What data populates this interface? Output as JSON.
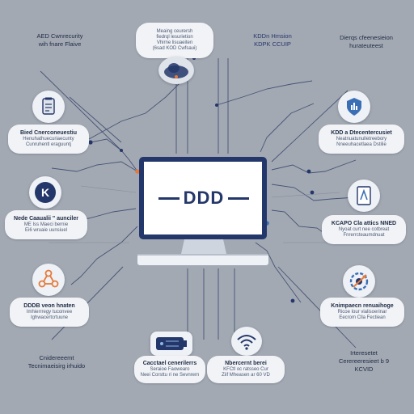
{
  "colors": {
    "background": "#a3a9b3",
    "navy": "#24376a",
    "line": "#2e3f66",
    "accent_orange": "#e57a3c",
    "accent_blue": "#3b6fb5"
  },
  "center": {
    "screen_text": "DDD"
  },
  "nodes": {
    "top_left": {
      "line1": "AED Cwnrecurity",
      "line2": "wih fnare Flaive"
    },
    "top_center": {
      "line1": "Meaing ceurersh",
      "line2": "fiedrql lesurietion",
      "line3": "Vhirne lisuaeiten",
      "line4": "(6sad KOD Cwfsaui)"
    },
    "top_right_mid": {
      "line1": "KDDn Hmsion",
      "line2": "KDPK CCUIP"
    },
    "top_right": {
      "line1": "Dierqs cfeenesieion",
      "line2": "hurateuteest"
    },
    "left_1": {
      "line1": "Bied Cnerconeuestiu",
      "line2": "Henuhathuecuriaecunty",
      "line3": "Cunruhentl eraguuntj"
    },
    "right_1": {
      "line1": "KDD a Dtecentercusiet",
      "line2": "Neatnuatunulletreebory",
      "line3": "Nneeuhacetlaea Dstilie"
    },
    "left_2": {
      "line1": "Nede Caaualii \" aunciler",
      "line2": "ME Iss Maeci bernie",
      "line3": "Ei6 wruaie uunsiuel"
    },
    "right_2": {
      "line1": "KCAPO Cla attics NNED",
      "line2": "Nyoat curt nee cotbreat",
      "line3": "Fnrerrcteaumdnuat"
    },
    "left_3": {
      "line1": "DDDB veon hnaten",
      "line2": "Imhierrregy tuconvee",
      "line3": "Ighwacertcrtuune"
    },
    "right_3": {
      "line1": "Knimpaecn renuaihoge",
      "line2": "Ricoe lour vialisoerinar",
      "line3": "Eecrom Clla Fectiean"
    },
    "bottom_left": {
      "line1": "Cnidereeemt",
      "line2": "Tecnimaeisirg irhuido"
    },
    "bottom_c1": {
      "line1": "Cacctael cenerilerrs",
      "line2": "Seraioe Faowearo",
      "line3": "Neei Corsttu ri ne Sevnrern"
    },
    "bottom_c2": {
      "line1": "Nbercernt berei",
      "line2": "KFCtl oc ratsseo Cur",
      "line3": "Ziif Mheasen ar 60 VD"
    },
    "bottom_right": {
      "line1": "Irteresetet",
      "line2": "Cerereeresieet b 9",
      "line3": "KCVID"
    }
  },
  "icons": {
    "top_center": "cloud-network-icon",
    "left_1": "clipboard-shield-icon",
    "right_1": "shield-chart-icon",
    "left_2": "k-circle-icon",
    "right_2": "document-icon",
    "left_3": "network-nodes-icon",
    "right_3": "gear-arrow-icon",
    "bottom_c1": "server-device-icon",
    "bottom_c2": "wifi-signal-icon"
  }
}
